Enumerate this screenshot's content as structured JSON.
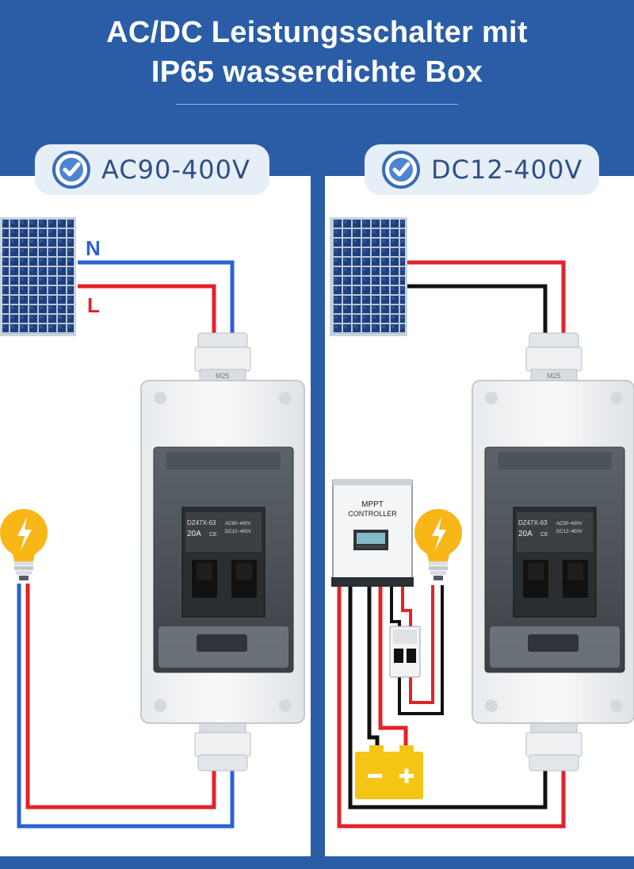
{
  "header": {
    "title_line1": "AC/DC Leistungsschalter mit",
    "title_line2": "IP65 wasserdichte Box"
  },
  "panels": [
    {
      "badge_label": "AC90-400V",
      "wire_labels": {
        "neutral": "N",
        "live": "L"
      },
      "breaker": {
        "model": "DZ47X-63",
        "rating": "20A",
        "spec_ac": "AC90~400V",
        "spec_dc": "DC12~400V",
        "ce_mark": "CE",
        "gland_size": "M25"
      }
    },
    {
      "badge_label": "DC12-400V",
      "breaker": {
        "model": "DZ47X-63",
        "rating": "20A",
        "spec_ac": "AC90~400V",
        "spec_dc": "DC12~400V",
        "ce_mark": "CE",
        "gland_size": "M25"
      },
      "controller": {
        "line1": "MPPT",
        "line2": "CONTROLLER"
      }
    }
  ],
  "colors": {
    "background": "#2a5da6",
    "badge_bg": "#e6eef8",
    "badge_text": "#2f4f85",
    "wire_red": "#e1232b",
    "wire_blue": "#2a62d6",
    "wire_black": "#111111",
    "bulb_yellow": "#f8b617",
    "battery_yellow": "#f5c516"
  }
}
